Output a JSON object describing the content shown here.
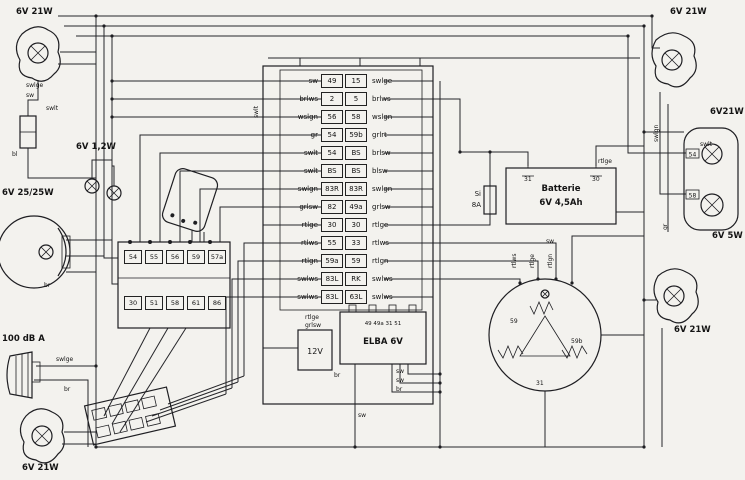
{
  "labels": {
    "lamp_front_left": "6V 21W",
    "lamp_front_right": "6V 21W",
    "lamp_rear_right": "6V 21W",
    "lamp_rear_left": "6V 21W",
    "tail_main": "6V21W",
    "tail_small": "6V 5W",
    "pilot_lamps": "6V 1,2W",
    "headlamp": "6V 25/25W",
    "horn": "100 dB A"
  },
  "battery": {
    "name": "Batterie",
    "spec": "6V 4,5Ah",
    "terminal_left": "31",
    "terminal_right": "30"
  },
  "fuse": {
    "name": "Si",
    "rating": "8A"
  },
  "elba": {
    "name": "ELBA 6V",
    "terminals": "49 49a 31 51"
  },
  "converter": {
    "label": "12V"
  },
  "tail": {
    "terminal_top": "54",
    "terminal_bottom": "58"
  },
  "generator": {
    "labels": [
      "59",
      "59b",
      "31"
    ]
  },
  "ignition_switch": {
    "top": [
      "54",
      "55",
      "56",
      "59",
      "57a"
    ],
    "bottom": [
      "30",
      "51",
      "58",
      "61",
      "86"
    ]
  },
  "connector": {
    "rows": [
      {
        "lc": "sw",
        "lt": "49",
        "rt": "15",
        "rc": "swlge"
      },
      {
        "lc": "brlws",
        "lt": "2",
        "rt": "5",
        "rc": "brlws"
      },
      {
        "lc": "wslgn",
        "lt": "56",
        "rt": "58",
        "rc": "wslgn"
      },
      {
        "lc": "gr",
        "lt": "54",
        "rt": "59b",
        "rc": "grlrt"
      },
      {
        "lc": "swlt",
        "lt": "54",
        "rt": "BS",
        "rc": "brlsw"
      },
      {
        "lc": "swlt",
        "lt": "BS",
        "rt": "BS",
        "rc": "blsw"
      },
      {
        "lc": "swlgn",
        "lt": "83R",
        "rt": "83R",
        "rc": "swlgn"
      },
      {
        "lc": "grlsw",
        "lt": "82",
        "rt": "49a",
        "rc": "grlsw"
      },
      {
        "lc": "rtlge",
        "lt": "30",
        "rt": "30",
        "rc": "rtlge"
      },
      {
        "lc": "rtlws",
        "lt": "55",
        "rt": "33",
        "rc": "rtlws"
      },
      {
        "lc": "rtlgn",
        "lt": "59a",
        "rt": "59",
        "rc": "rtlgn"
      },
      {
        "lc": "swlws",
        "lt": "83L",
        "rt": "RK",
        "rc": "swlws"
      },
      {
        "lc": "swlws",
        "lt": "83L",
        "rt": "63L",
        "rc": "swlws"
      }
    ],
    "extra": [
      "rtlge",
      "grlsw",
      "br"
    ]
  },
  "wire_labels": [
    "swlge",
    "sw",
    "swlt",
    "bl",
    "br",
    "swlge",
    "br",
    "sw",
    "sw",
    "sw",
    "br",
    "swlgn",
    "gr",
    "rtlge",
    "sw",
    "swlt",
    "rtlws",
    "rtlge",
    "rtlgn",
    "swlt"
  ]
}
